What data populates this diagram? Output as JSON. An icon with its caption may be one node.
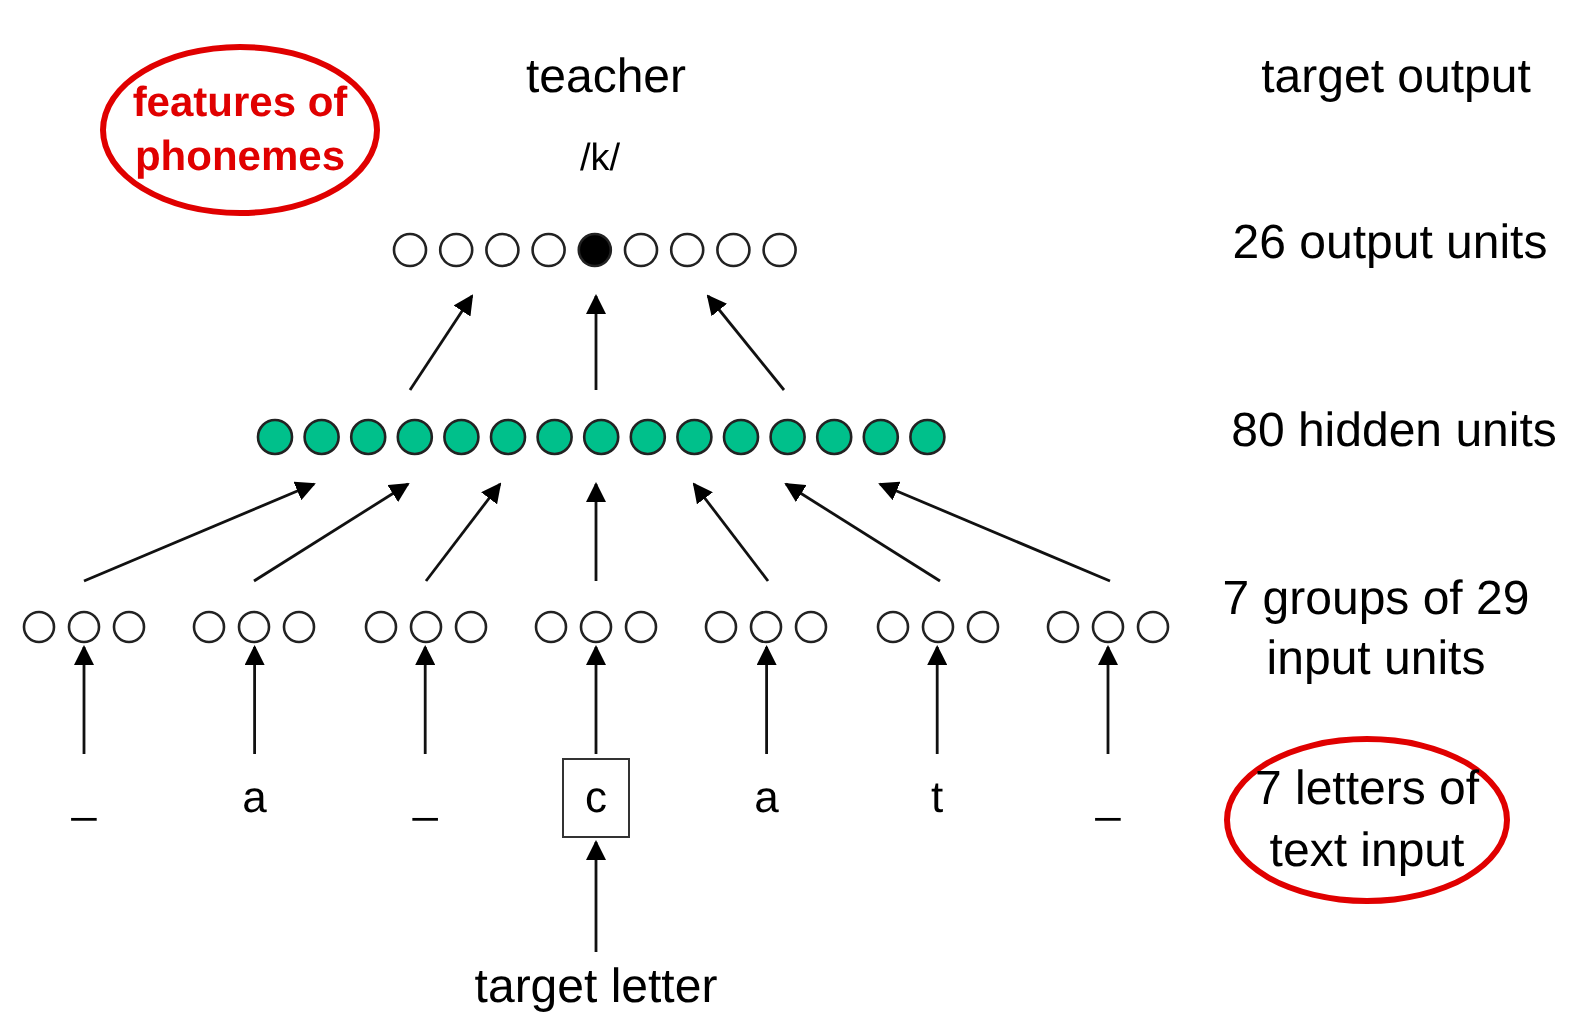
{
  "diagram": {
    "nodes": [
      {
        "text": [],
        "shape": "circle"
      },
      {
        "text": [],
        "shape": "circle"
      },
      {
        "text": [],
        "shape": "circle"
      },
      {
        "text": [],
        "shape": "circle"
      },
      {
        "text": [],
        "shape": "circle"
      },
      {
        "text": [],
        "shape": "circle"
      },
      {
        "text": [],
        "shape": "circle"
      },
      {
        "text": [],
        "shape": "circle"
      },
      {
        "text": [],
        "shape": "circle"
      },
      {
        "text": [
          "_"
        ]
      },
      {
        "text": [
          "a"
        ]
      },
      {
        "text": [
          "_"
        ]
      },
      {
        "text": [
          "c"
        ]
      },
      {
        "text": [
          "a"
        ]
      },
      {
        "text": [
          "t"
        ]
      },
      {
        "text": [
          "_"
        ]
      },
      {
        "text": [
          "target letter"
        ]
      },
      {
        "text": [
          "features of phonemes"
        ]
      },
      {
        "text": [
          "7 letters of text input"
        ]
      }
    ],
    "edges": [
      {
        "from": 1,
        "to": 0,
        "arrow": "to"
      },
      {
        "from": 1,
        "to": 0,
        "arrow": "to"
      },
      {
        "from": 1,
        "to": 0,
        "arrow": "to"
      },
      {
        "from": 2,
        "to": 1,
        "arrow": "to"
      },
      {
        "from": 3,
        "to": 1,
        "arrow": "to"
      },
      {
        "from": 4,
        "to": 1,
        "arrow": "to"
      },
      {
        "from": 5,
        "to": 1,
        "arrow": "to"
      },
      {
        "from": 6,
        "to": 1,
        "arrow": "to"
      },
      {
        "from": 7,
        "to": 1,
        "arrow": "to"
      },
      {
        "from": 8,
        "to": 1,
        "arrow": "to"
      },
      {
        "from": 9,
        "to": 2,
        "arrow": "to"
      },
      {
        "from": 10,
        "to": 3,
        "arrow": "to"
      },
      {
        "from": 11,
        "to": 4,
        "arrow": "to"
      },
      {
        "from": 12,
        "to": 5,
        "arrow": "to"
      },
      {
        "from": 13,
        "to": 6,
        "arrow": "to"
      },
      {
        "from": 14,
        "to": 7,
        "arrow": "to"
      },
      {
        "from": 15,
        "to": 8,
        "arrow": "to"
      },
      {
        "from": 16,
        "to": 12,
        "arrow": "to"
      }
    ],
    "labels": [
      "teacher",
      "/k/",
      "target output",
      "26 output units",
      "80 hidden units",
      "7 groups of 29 input units"
    ]
  }
}
